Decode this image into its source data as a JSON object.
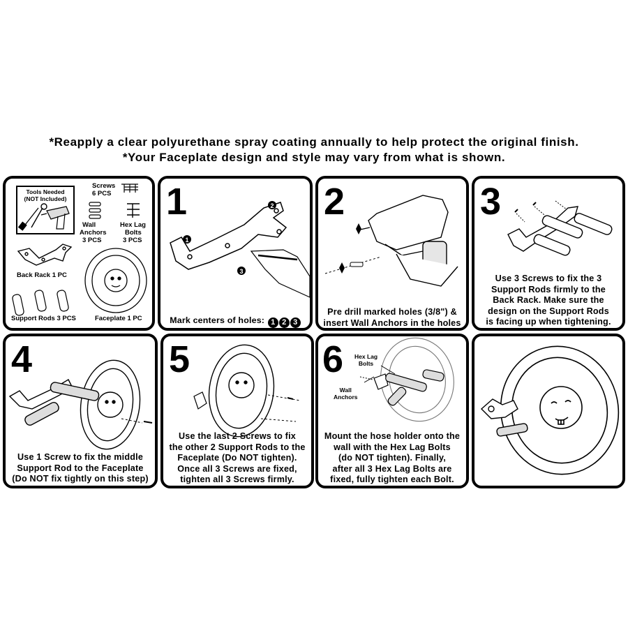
{
  "notes": {
    "line1": "*Reapply a clear polyurethane spray coating annually to help protect the original finish.",
    "line2": "*Your Faceplate design and style may vary from what is shown."
  },
  "parts": {
    "tools_needed": "Tools Needed",
    "not_included": "(NOT Included)",
    "screws": "Screws",
    "screws_qty": "6 PCS",
    "wall_anchors": "Wall",
    "wall_anchors2": "Anchors",
    "wall_anchors_qty": "3 PCS",
    "hex_lag": "Hex Lag",
    "hex_lag2": "Bolts",
    "hex_lag_qty": "3 PCS",
    "back_rack": "Back Rack 1 PC",
    "support_rods": "Support Rods 3 PCS",
    "faceplate": "Faceplate 1 PC"
  },
  "steps": {
    "s1": {
      "number": "1",
      "caption": "Mark centers of holes:",
      "marks": [
        "1",
        "2",
        "3"
      ]
    },
    "s2": {
      "number": "2",
      "caption_l1": "Pre drill marked holes (3/8\") &",
      "caption_l2": "insert Wall Anchors in the holes"
    },
    "s3": {
      "number": "3",
      "caption_l1": "Use 3 Screws to fix the 3",
      "caption_l2": "Support Rods firmly to the",
      "caption_l3": "Back Rack. Make sure the",
      "caption_l4": "design on the Support Rods",
      "caption_l5": "is facing up when tightening."
    },
    "s4": {
      "number": "4",
      "caption_l1": "Use 1 Screw to fix the middle",
      "caption_l2": "Support Rod to the Faceplate",
      "caption_l3": "(Do NOT fix tightly on this step)"
    },
    "s5": {
      "number": "5",
      "caption_l1": "Use the last 2 Screws to fix",
      "caption_l2": "the other 2 Support Rods to the",
      "caption_l3": "Faceplate (Do NOT tighten).",
      "caption_l4": "Once all 3 Screws are fixed,",
      "caption_l5": "tighten all 3 Screws firmly."
    },
    "s6": {
      "number": "6",
      "label_hex": "Hex Lag",
      "label_hex2": "Bolts",
      "label_wall": "Wall",
      "label_wall2": "Anchors",
      "caption_l1": "Mount the hose holder onto the",
      "caption_l2": "wall with the Hex Lag Bolts",
      "caption_l3": "(do NOT tighten). Finally,",
      "caption_l4": "after all 3 Hex Lag Bolts are",
      "caption_l5": "fixed, fully tighten each Bolt."
    }
  },
  "diagram_marks": {
    "m1": "1",
    "m2": "2",
    "m3": "3"
  }
}
